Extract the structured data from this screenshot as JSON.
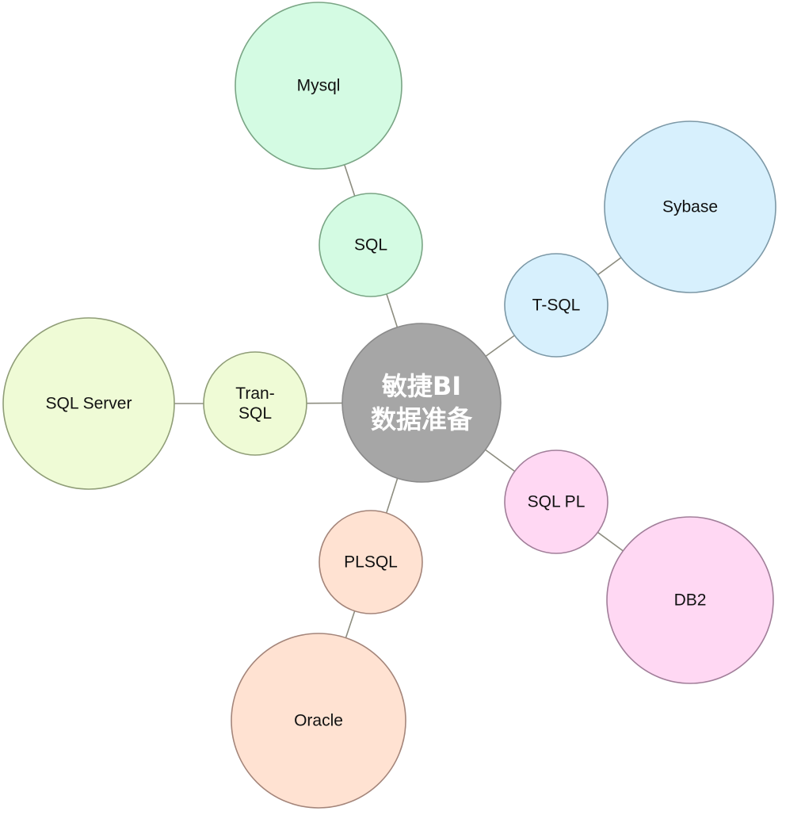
{
  "center": {
    "lines": [
      "敏捷BI",
      "数据准备"
    ],
    "fill": "#a6a6a6",
    "stroke": "#8a8a8a"
  },
  "branches": [
    {
      "id": "sql",
      "inner": {
        "lines": [
          "SQL"
        ]
      },
      "outer": {
        "lines": [
          "Mysql"
        ]
      },
      "fill": "#d4fbe3",
      "stroke": "#7aa585"
    },
    {
      "id": "tsql",
      "inner": {
        "lines": [
          "T-SQL"
        ]
      },
      "outer": {
        "lines": [
          "Sybase"
        ]
      },
      "fill": "#d7f0fd",
      "stroke": "#7c98a6"
    },
    {
      "id": "tran-sql",
      "inner": {
        "lines": [
          "Tran-",
          "SQL"
        ]
      },
      "outer": {
        "lines": [
          "SQL Server"
        ]
      },
      "fill": "#effbd6",
      "stroke": "#8f9d77"
    },
    {
      "id": "sqlpl",
      "inner": {
        "lines": [
          "SQL PL"
        ]
      },
      "outer": {
        "lines": [
          "DB2"
        ]
      },
      "fill": "#ffd8f3",
      "stroke": "#a17e99"
    },
    {
      "id": "plsql",
      "inner": {
        "lines": [
          "PLSQL"
        ]
      },
      "outer": {
        "lines": [
          "Oracle"
        ]
      },
      "fill": "#ffe2d2",
      "stroke": "#a4857a"
    }
  ],
  "connector_color": "#8d8d80"
}
